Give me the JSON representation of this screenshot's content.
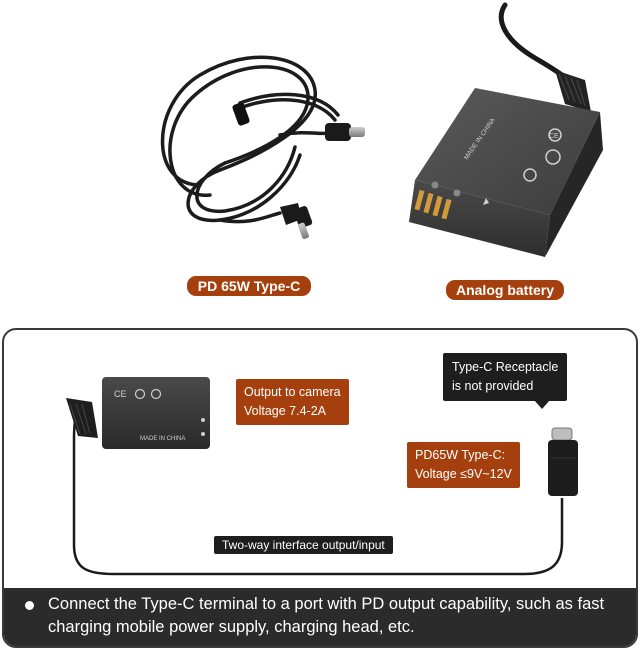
{
  "top": {
    "cable_label": "PD 65W Type-C",
    "battery_label": "Analog battery",
    "battery_marks": {
      "made_in": "MADE IN CHINA"
    }
  },
  "diagram": {
    "output_callout": {
      "line1": "Output to camera",
      "line2": "Voltage 7.4-2A"
    },
    "receptacle_callout": {
      "line1": "Type-C Receptacle",
      "line2": "is not provided"
    },
    "pd_callout": {
      "line1": "PD65W Type-C:",
      "line2": "Voltage ≤9V~12V"
    },
    "interface_label": "Two-way interface output/input",
    "battery_marks": {
      "made_in": "MADE IN CHINA"
    }
  },
  "footer": {
    "note": "Connect the Type-C terminal to a port with PD output capability, such as fast charging mobile power supply, charging head, etc."
  },
  "colors": {
    "accent": "#a5400e",
    "dark": "#1e1e1e",
    "footer_bg": "#2b2b2b"
  }
}
